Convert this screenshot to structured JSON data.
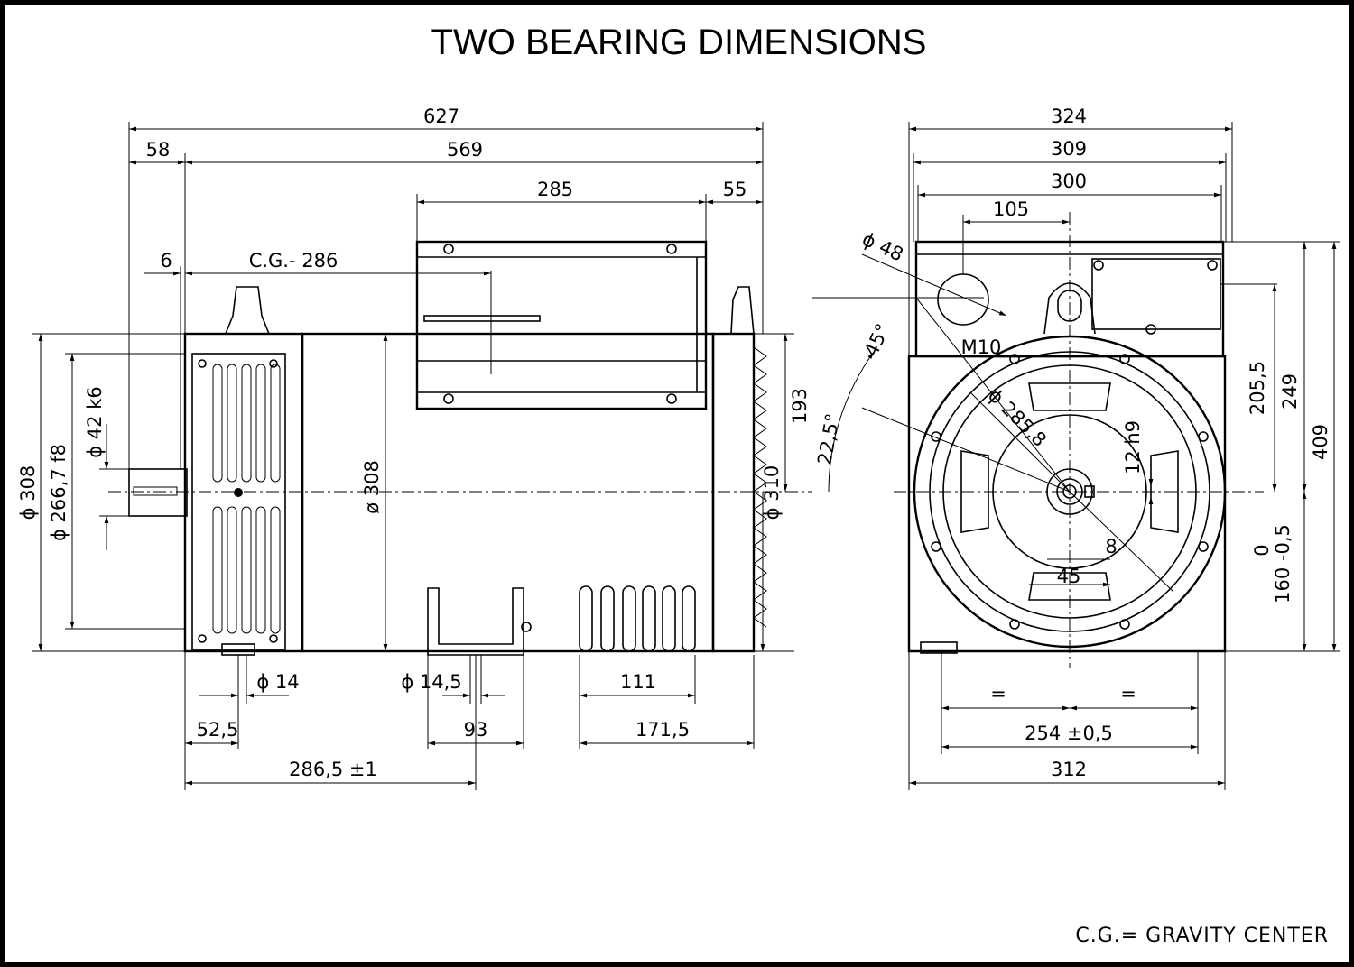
{
  "title": "TWO BEARING DIMENSIONS",
  "footer": "C.G.= GRAVITY CENTER",
  "side_view": {
    "overall_length": "627",
    "shaft_extension": "58",
    "body_length": "569",
    "box_length": "285",
    "box_offset_end": "55",
    "flange_thickness": "6",
    "center_of_gravity": "C.G.- 286",
    "flange_diameter": "ϕ 308",
    "spigot_diameter": "ϕ 266,7 f8",
    "shaft_diameter": "ϕ 42 k6",
    "frame_diameter": "ø 308",
    "fan_cover_diameter": "ϕ 310",
    "shaft_height_ref": "193",
    "foot_hole_left": "ϕ 14",
    "foot_hole_right": "ϕ 14,5",
    "foot_offset": "52,5",
    "foot_width": "93",
    "vent_width": "111",
    "rear_foot_span": "171,5",
    "foot_to_flange": "286,5 ±1"
  },
  "end_view": {
    "overall_width": "324",
    "box_width": "309",
    "top_width": "300",
    "lifting_offset": "105",
    "hole_diameter": "ϕ 48",
    "angle_1": "45°",
    "angle_2": "22,5°",
    "thread": "M10",
    "pitch_circle": "ϕ 285,8",
    "key_width": "12 h9",
    "key_depth": "8",
    "shaft_key_height": "45",
    "box_height": "205,5",
    "top_height": "249",
    "overall_height": "409",
    "shaft_height_tol_top": "0",
    "shaft_height": "160 -0,5",
    "equal_mark": "=",
    "foot_hole_spacing": "254 ±0,5",
    "foot_width": "312"
  }
}
